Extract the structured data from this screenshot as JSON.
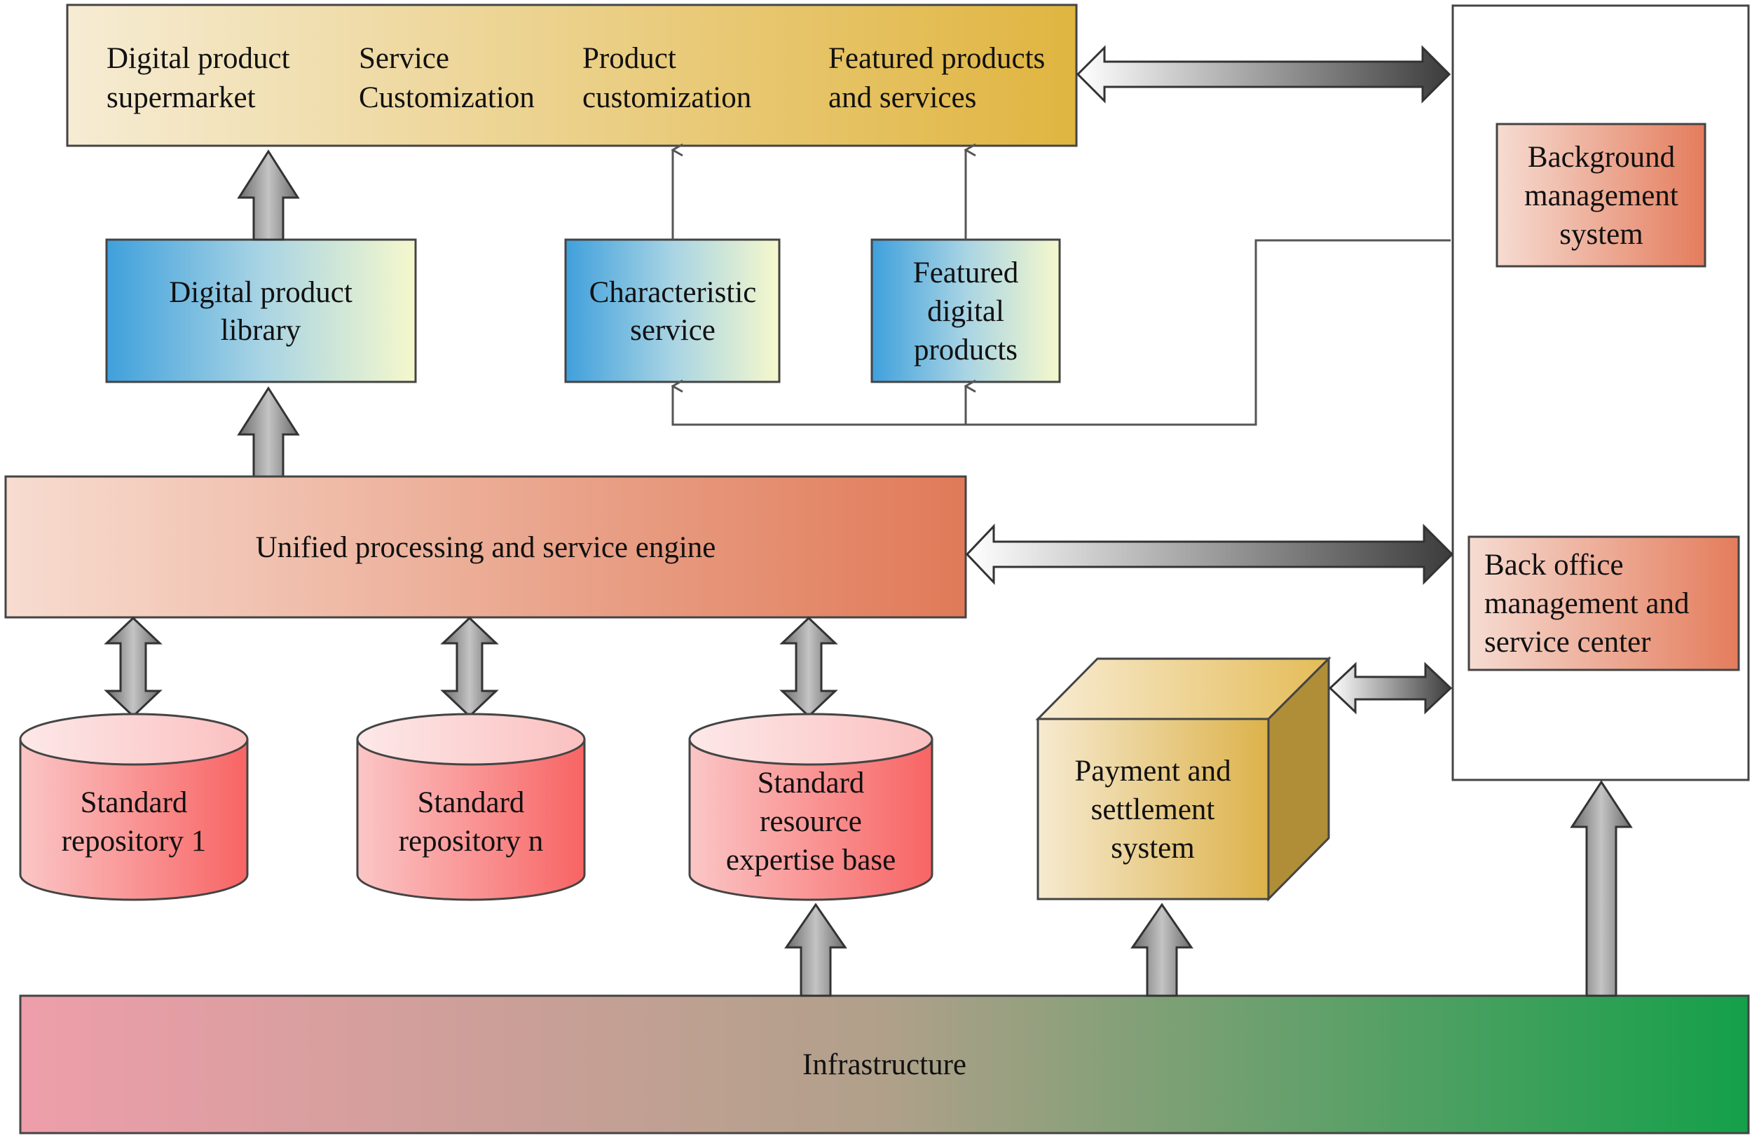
{
  "top_bar": {
    "items": [
      {
        "line1": "Digital product",
        "line2": "supermarket"
      },
      {
        "line1": "Service",
        "line2": "Customization"
      },
      {
        "line1": "Product",
        "line2": "customization"
      },
      {
        "line1": "Featured products",
        "line2": "and services"
      }
    ]
  },
  "library": {
    "line1": "Digital product",
    "line2": "library"
  },
  "characteristic": {
    "line1": "Characteristic",
    "line2": "service"
  },
  "featured_digital": {
    "line1": "Featured",
    "line2": "digital",
    "line3": "products"
  },
  "background_mgmt": {
    "line1": "Background",
    "line2": "management",
    "line3": "system"
  },
  "engine": {
    "label": "Unified processing and service engine"
  },
  "back_office": {
    "line1": "Back office",
    "line2": "management and",
    "line3": "service center"
  },
  "repo1": {
    "line1": "Standard",
    "line2": "repository 1"
  },
  "repon": {
    "line1": "Standard",
    "line2": "repository n"
  },
  "expertise": {
    "line1": "Standard",
    "line2": "resource",
    "line3": "expertise base"
  },
  "payment": {
    "line1": "Payment and",
    "line2": "settlement",
    "line3": "system"
  },
  "infrastructure": {
    "label": "Infrastructure"
  }
}
